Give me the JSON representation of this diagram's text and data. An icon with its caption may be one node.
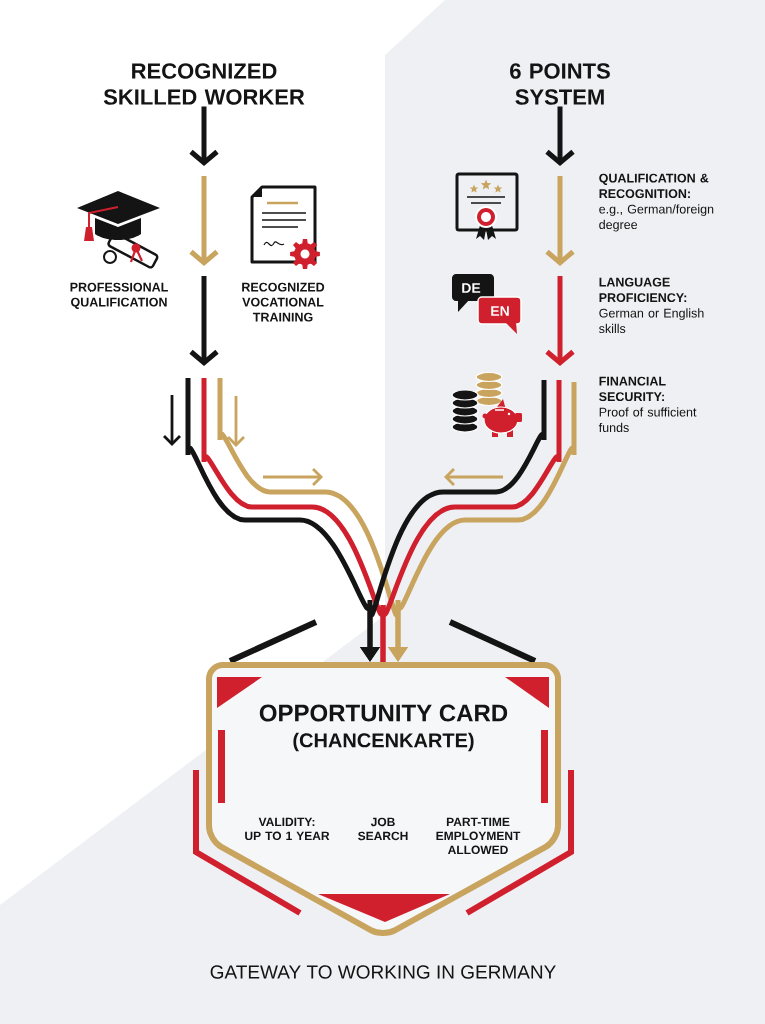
{
  "diagram": {
    "caption": "GATEWAY TO WORKING IN GERMANY",
    "nodes": [
      {
        "text": [
          "RECOGNIZED SKILLED WORKER"
        ]
      },
      {
        "text": [
          "6 POINTS SYSTEM"
        ]
      },
      {
        "text": [
          "PROFESSIONAL QUALIFICATION"
        ]
      },
      {
        "text": [
          "RECOGNIZED VOCATIONAL TRAINING"
        ]
      },
      {
        "text": [
          "QUALIFICATION & RECOGNITION:",
          "e.g., German/foreign degree"
        ]
      },
      {
        "text": [
          "LANGUAGE PROFICIENCY:",
          "German or English skills"
        ]
      },
      {
        "text": [
          "FINANCIAL SECURITY:",
          "Proof of sufficient funds"
        ]
      },
      {
        "text": [
          "OPPORTUNITY CARD",
          "(CHANCENKARTE)"
        ]
      },
      {
        "text": [
          "VALIDITY:",
          "UP TO 1 YEAR"
        ],
        "in": 7
      },
      {
        "text": [
          "JOB SEARCH"
        ],
        "in": 7
      },
      {
        "text": [
          "PART-TIME EMPLOYMENT ALLOWED"
        ],
        "in": 7
      }
    ],
    "edges": [
      {
        "from": 0,
        "to": null,
        "arrow": "to"
      },
      {
        "from": 1,
        "to": null,
        "arrow": "to"
      },
      {
        "from": null,
        "to": 7,
        "arrow": "to"
      },
      {
        "from": null,
        "to": 7,
        "arrow": "none",
        "color": "#d0202e"
      },
      {
        "from": null,
        "to": 7,
        "arrow": "to",
        "color": "#c8a45e"
      },
      {
        "from": null,
        "to": 7,
        "arrow": "to"
      },
      {
        "from": null,
        "to": 7,
        "arrow": "none",
        "color": "#d0202e"
      },
      {
        "from": null,
        "to": 7,
        "arrow": "to",
        "color": "#c8a45e"
      }
    ],
    "labels": [
      "DE",
      "EN"
    ]
  }
}
